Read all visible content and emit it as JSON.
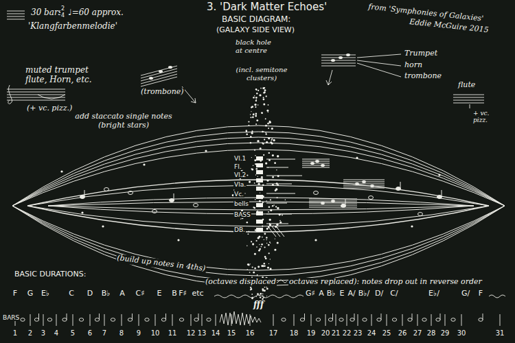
{
  "diagram": {
    "title": "3. 'Dark Matter Echoes'",
    "labels": [
      "30 bars",
      "2",
      "4",
      "♩=60 approx.",
      "'Klangfarbenmelodie'",
      "BASIC DIAGRAM:",
      "(GALAXY SIDE VIEW)",
      "black hole at centre",
      "from 'Symphonies of Galaxies'",
      "Eddie McGuire 2015",
      "Trumpet",
      "horn",
      "trombone",
      "muted trumpet flute, Horn, etc.",
      "(trombone)",
      "(incl. semitone clusters)",
      "flute",
      "(+ vc. pizz.)",
      "add staccato single notes (bright stars)",
      "+ vc. pizz.",
      "Vl.1",
      "Fl.",
      "Vl.2",
      "Vla.",
      "Vc.",
      "bells",
      "BASS",
      "DB.",
      "(build up notes in 4ths)",
      "BASIC DURATIONS:",
      "fff",
      "(octaves displaced",
      "octaves replaced): notes drop out in reverse order",
      "F",
      "G",
      "E♭",
      "C",
      "D",
      "B♭",
      "A",
      "C♯",
      "E",
      "B",
      "F♯",
      "etc",
      "G♯",
      "A",
      "B♭",
      "E",
      "A/",
      "B♭/",
      "D/",
      "C/",
      "E♭/",
      "G/",
      "F",
      "BARS",
      "1",
      "2",
      "3",
      "4",
      "5",
      "6",
      "7",
      "8",
      "9",
      "10",
      "11",
      "12",
      "13",
      "14",
      "15",
      "16",
      "17",
      "18",
      "19",
      "20",
      "21",
      "22",
      "23",
      "24",
      "25",
      "26",
      "27",
      "28",
      "29",
      "30",
      "31"
    ]
  }
}
